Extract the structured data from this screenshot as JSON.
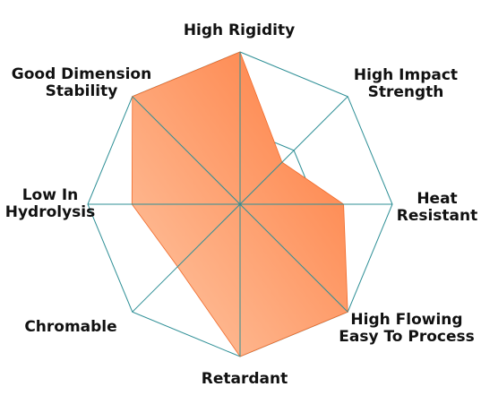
{
  "chart_data": {
    "type": "radar",
    "axes": [
      {
        "label": [
          "High Rigidity"
        ],
        "value": 1.0
      },
      {
        "label": [
          "High Impact",
          "Strength"
        ],
        "value": 0.39
      },
      {
        "label": [
          "Heat",
          "Resistant"
        ],
        "value": 0.68
      },
      {
        "label": [
          "High Flowing",
          "Easy To Process"
        ],
        "value": 1.0
      },
      {
        "label": [
          "Retardant"
        ],
        "value": 1.0
      },
      {
        "label": [
          "Chromable"
        ],
        "value": 0.58
      },
      {
        "label": [
          "Low In",
          "Hydrolysis"
        ],
        "value": 0.71
      },
      {
        "label": [
          "Good Dimension",
          "Stability"
        ],
        "value": 1.0
      }
    ],
    "range": [
      0,
      1
    ],
    "grid_rings": [
      0.5,
      1.0
    ],
    "grid_shape": "octagon",
    "colors": {
      "grid": "#2e8f96",
      "fill_light": "#fdc8a6",
      "fill_dark": "#ff7a3c"
    }
  }
}
